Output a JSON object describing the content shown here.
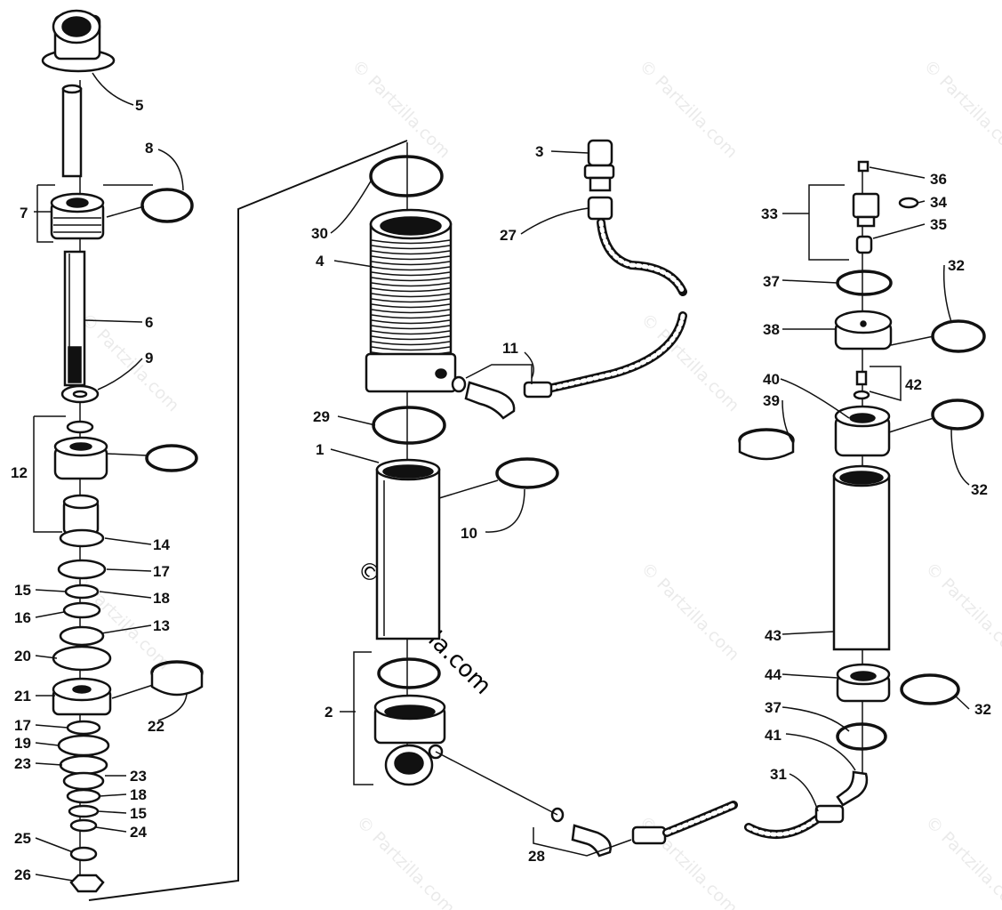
{
  "watermark": {
    "text": "© Partzilla.com"
  },
  "labels": {
    "l1": "1",
    "l2": "2",
    "l3": "3",
    "l4": "4",
    "l5": "5",
    "l6": "6",
    "l7": "7",
    "l8": "8",
    "l9": "9",
    "l10": "10",
    "l11": "11",
    "l12": "12",
    "l13": "13",
    "l14": "14",
    "l15a": "15",
    "l15b": "15",
    "l16": "16",
    "l17a": "17",
    "l17b": "17",
    "l18a": "18",
    "l18b": "18",
    "l19": "19",
    "l20": "20",
    "l21": "21",
    "l22": "22",
    "l23a": "23",
    "l23b": "23",
    "l24": "24",
    "l25": "25",
    "l26": "26",
    "l27": "27",
    "l28": "28",
    "l29": "29",
    "l30": "30",
    "l31": "31",
    "l32a": "32",
    "l32b": "32",
    "l32c": "32",
    "l33": "33",
    "l34": "34",
    "l35": "35",
    "l36": "36",
    "l37a": "37",
    "l37b": "37",
    "l38": "38",
    "l39": "39",
    "l40": "40",
    "l41": "41",
    "l42": "42",
    "l43": "43",
    "l44": "44"
  }
}
